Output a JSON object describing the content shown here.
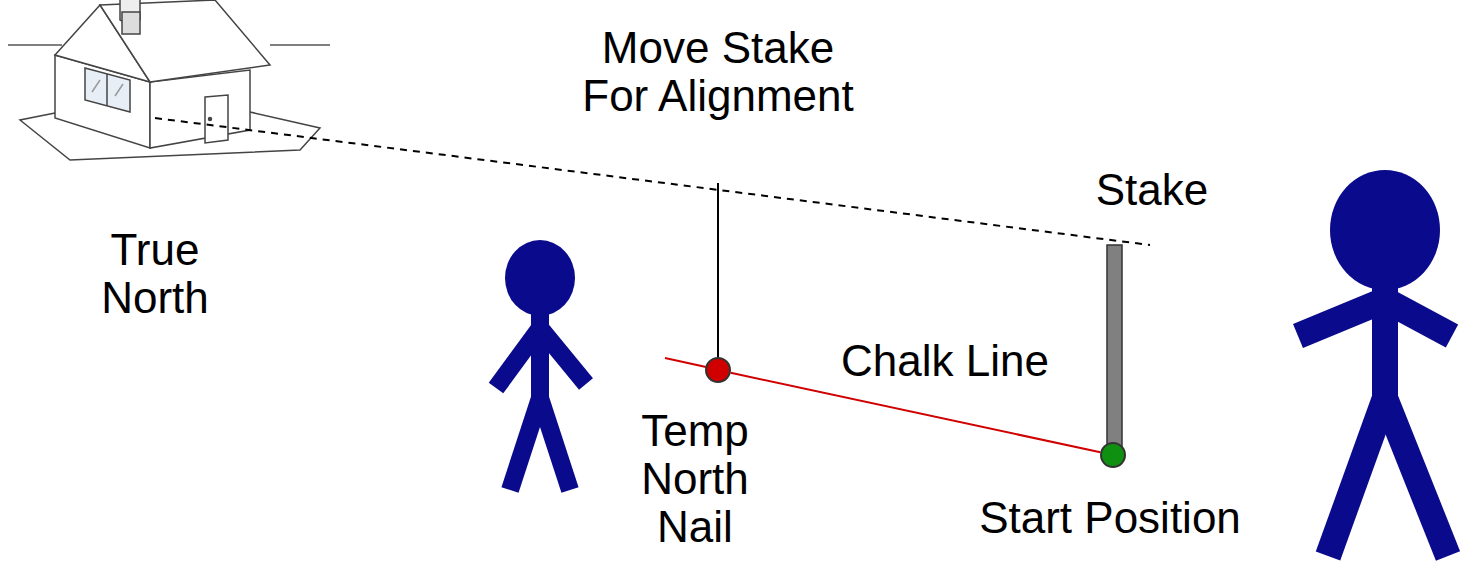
{
  "diagram": {
    "nodes": [
      {
        "text": [
          "Temp North Nail"
        ]
      },
      {
        "text": [
          "Start Position"
        ]
      }
    ],
    "edges": [
      {
        "from": 0,
        "to": 1,
        "arrow": "none",
        "label": "Chalk Line"
      }
    ],
    "labels": [
      "True North",
      "Move Stake For Alignment",
      "Stake"
    ]
  }
}
